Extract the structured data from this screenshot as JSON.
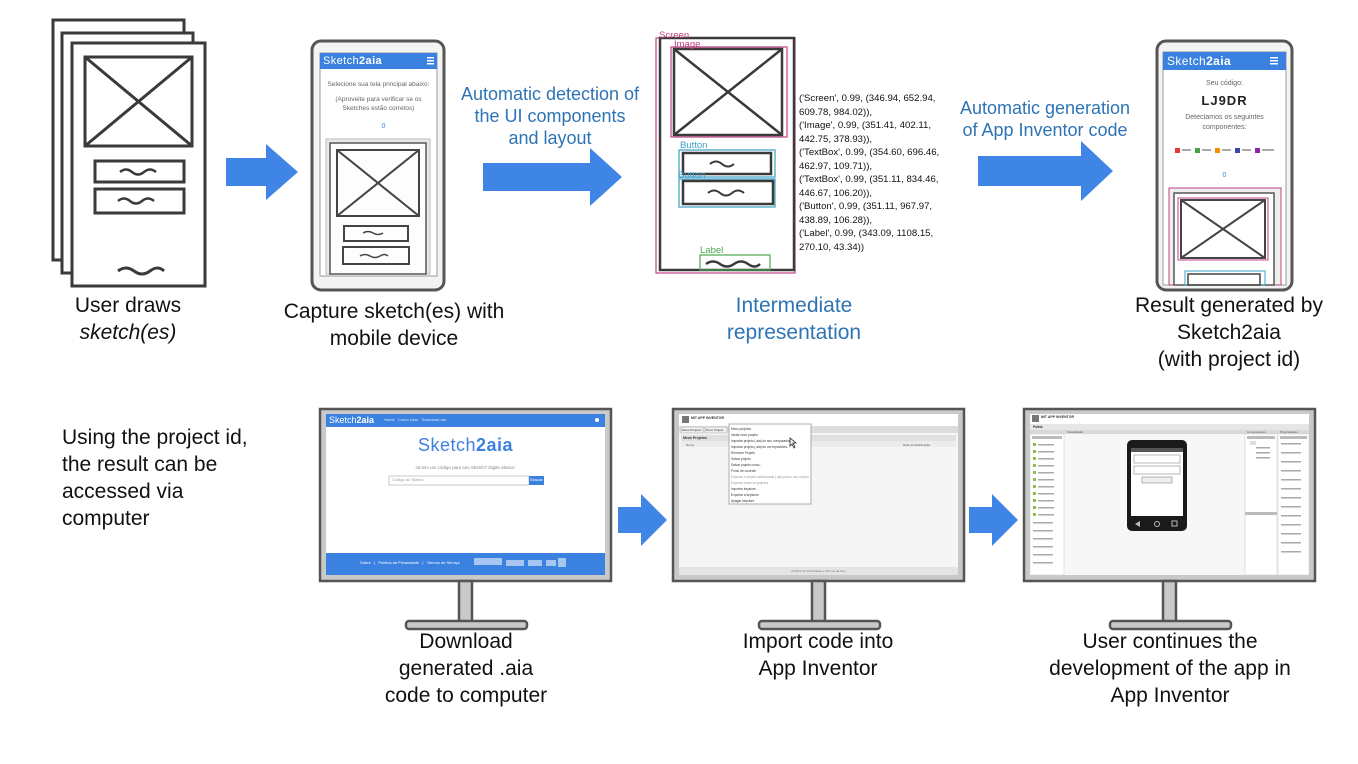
{
  "steps": {
    "user_draws": {
      "line1": "User draws",
      "line2": "sketch(es)"
    },
    "capture": {
      "line1": "Capture sketch(es) with",
      "line2": "mobile device"
    },
    "detection": {
      "line1": "Automatic detection of",
      "line2": "the UI components",
      "line3": "and layout"
    },
    "intermediate": {
      "line1": "Intermediate",
      "line2": "representation"
    },
    "generation": {
      "line1": "Automatic generation",
      "line2": "of App Inventor code"
    },
    "result": {
      "line1": "Result generated by",
      "line2": "Sketch2aia",
      "line3": "(with project id)"
    },
    "access_note": {
      "line1": "Using the project id,",
      "line2": "the result can be",
      "line3": "accessed via",
      "line4": "computer"
    },
    "download": {
      "line1": "Download",
      "line2": "generated .aia",
      "line3": "code to computer"
    },
    "import": {
      "line1": "Import code into",
      "line2": "App Inventor"
    },
    "continue": {
      "line1": "User continues the",
      "line2": "development of the app in",
      "line3": "App Inventor"
    }
  },
  "phone_capture": {
    "app_name_a": "Sketch",
    "app_name_b": "2aia",
    "instruction1": "Selecione sua tela principal abaixo:",
    "instruction2": "(Aproveite para verificar se os",
    "instruction3": "Sketches estão corretos)",
    "counter": "0"
  },
  "detection_labels": {
    "screen": "Screen",
    "image": "Image",
    "button1": "Button",
    "button2": "Button",
    "label": "Label"
  },
  "coordinates": [
    "('Screen', 0.99, (346.94, 652.94,",
    "609.78, 984.02)),",
    "('Image', 0.99, (351.41, 402.11,",
    "442.75, 378.93)),",
    "('TextBox', 0.99, (354.60, 696.46,",
    "462.97, 109.71)),",
    "('TextBox', 0.99, (351.11, 834.46,",
    "446.67, 106.20)),",
    "('Button', 0.99, (351.11, 967.97,",
    "438.89, 106.28)),",
    "('Label', 0.99, (343.09, 1108.15,",
    "270.10, 43.34))"
  ],
  "phone_result": {
    "app_name_a": "Sketch",
    "app_name_b": "2aia",
    "code_label": "Seu código:",
    "project_id": "LJ9DR",
    "detected1": "Detectamos os seguintes",
    "detected2": "componentes:",
    "counter": "0"
  },
  "monitor_download": {
    "brand_a": "Sketch",
    "brand_b": "2aia",
    "nav": "Home   Como Usar   Download aia",
    "hero_a": "Sketch",
    "hero_b": "2aia",
    "prompt": "Já tem um código para seu Sketch? Digite abaixo:",
    "input_placeholder": "Código do Sketch",
    "search_button": "Buscar",
    "footer": "Sobre   |   Política de Privacidade   |   Termos de Serviço"
  },
  "monitor_import": {
    "logo": "MIT APP INVENTOR",
    "tab1": "Meus Projetos",
    "tab2": "Novo Projeto",
    "section": "Meus Projetos",
    "col_name": "Nome",
    "col_date": "Data de Modificação",
    "menu_items": [
      "Meus projetos",
      "Iniciar novo projeto",
      "Importar projeto (.aia) do seu computador...",
      "Importar projeto (.aia) de um repositório...",
      "Remover Projeto",
      "Salvar projeto",
      "Salvar projeto como...",
      "Ponto de controle",
      "Exportar o projeto selecionado (.aia) para o seu computador",
      "Exportar todos os projetos",
      "Importar keystore",
      "Exportar a keystore",
      "Apagar keystore"
    ],
    "footer": "Política de Privacidade e Termos de Uso"
  },
  "monitor_continue": {
    "logo": "MIT APP INVENTOR",
    "palette": "Paleta",
    "viewer": "Visualizador",
    "components": "Componentes",
    "properties": "Propriedades"
  },
  "colors": {
    "arrow": "#3f85e6",
    "brand_blue": "#3b82e0",
    "blue_text": "#2e74b5",
    "sketch_gray": "#3a3a3a"
  }
}
